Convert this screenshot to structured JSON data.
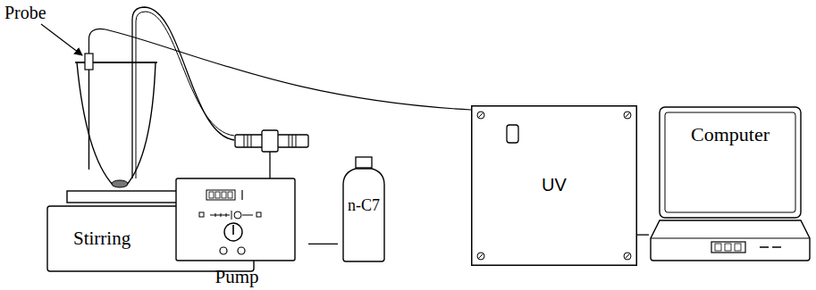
{
  "diagram": {
    "nodes": [
      {
        "text": [
          "Stirring"
        ]
      },
      {
        "text": [
          "Pump"
        ]
      },
      {
        "text": [
          "n-C7"
        ]
      },
      {
        "text": [
          "UV"
        ]
      },
      {
        "text": [
          "Computer"
        ]
      }
    ],
    "edges": [
      {
        "from": 2,
        "to": 1,
        "arrow": "none"
      },
      {
        "from": 3,
        "to": 4,
        "arrow": "none"
      }
    ],
    "labels": [
      "Probe"
    ]
  }
}
